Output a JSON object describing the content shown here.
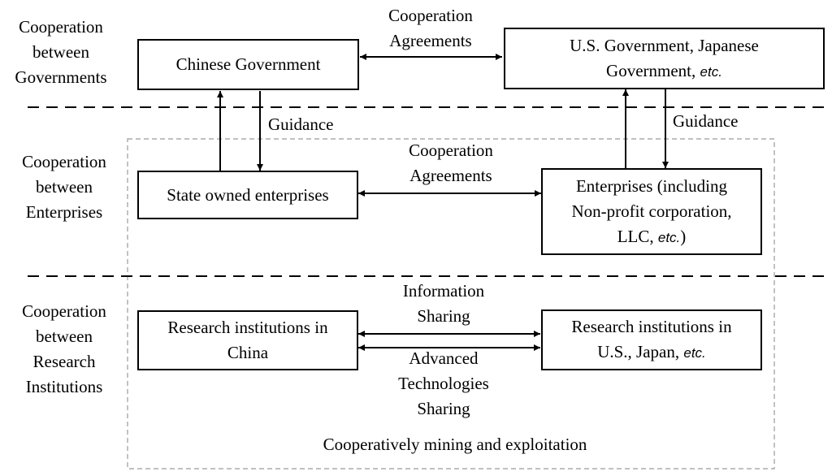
{
  "levels": {
    "governments": [
      "Cooperation",
      "between",
      "Governments"
    ],
    "enterprises": [
      "Cooperation",
      "between",
      "Enterprises"
    ],
    "research": [
      "Cooperation",
      "between",
      "Research",
      "Institutions"
    ]
  },
  "boxes": {
    "chinese_government": "Chinese Government",
    "us_government_line1": "U.S. Government, Japanese",
    "us_government_line2": "Government,",
    "us_government_etc": "etc.",
    "state_owned": "State owned enterprises",
    "enterprises_line1": "Enterprises (including",
    "enterprises_line2": "Non-profit corporation,",
    "enterprises_line3_pre": "LLC,",
    "enterprises_etc": "etc.",
    "enterprises_line3_post": ")",
    "research_china_line1": "Research institutions in",
    "research_china_line2": "China",
    "research_us_line1": "Research institutions in",
    "research_us_line2": "U.S., Japan,",
    "research_us_etc": "etc."
  },
  "labels": {
    "gov_agreements": [
      "Cooperation",
      "Agreements"
    ],
    "ent_agreements": [
      "Cooperation",
      "Agreements"
    ],
    "guidance_left": "Guidance",
    "guidance_right": "Guidance",
    "information_sharing": [
      "Information",
      "Sharing"
    ],
    "advanced_sharing": [
      "Advanced",
      "Technologies",
      "Sharing"
    ],
    "mining": "Cooperatively mining and exploitation"
  }
}
